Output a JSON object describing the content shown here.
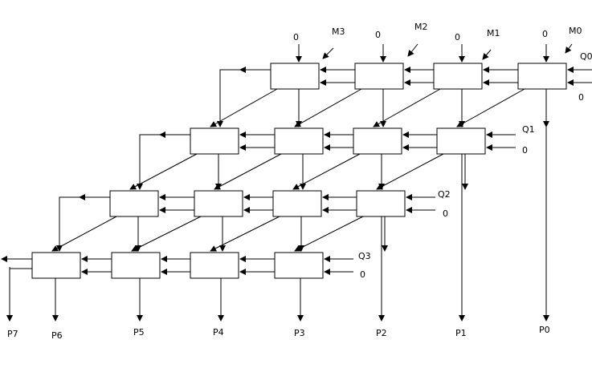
{
  "multiplicand_labels": [
    "M3",
    "M2",
    "M1",
    "M0"
  ],
  "top_inputs": [
    "0",
    "0",
    "0",
    "0"
  ],
  "multiplier_labels": [
    "Q0",
    "Q1",
    "Q2",
    "Q3"
  ],
  "carry_inputs": [
    "0",
    "0",
    "0",
    "0"
  ],
  "product_labels": [
    "P7",
    "P6",
    "P5",
    "P4",
    "P3",
    "P2",
    "P1",
    "P0"
  ]
}
